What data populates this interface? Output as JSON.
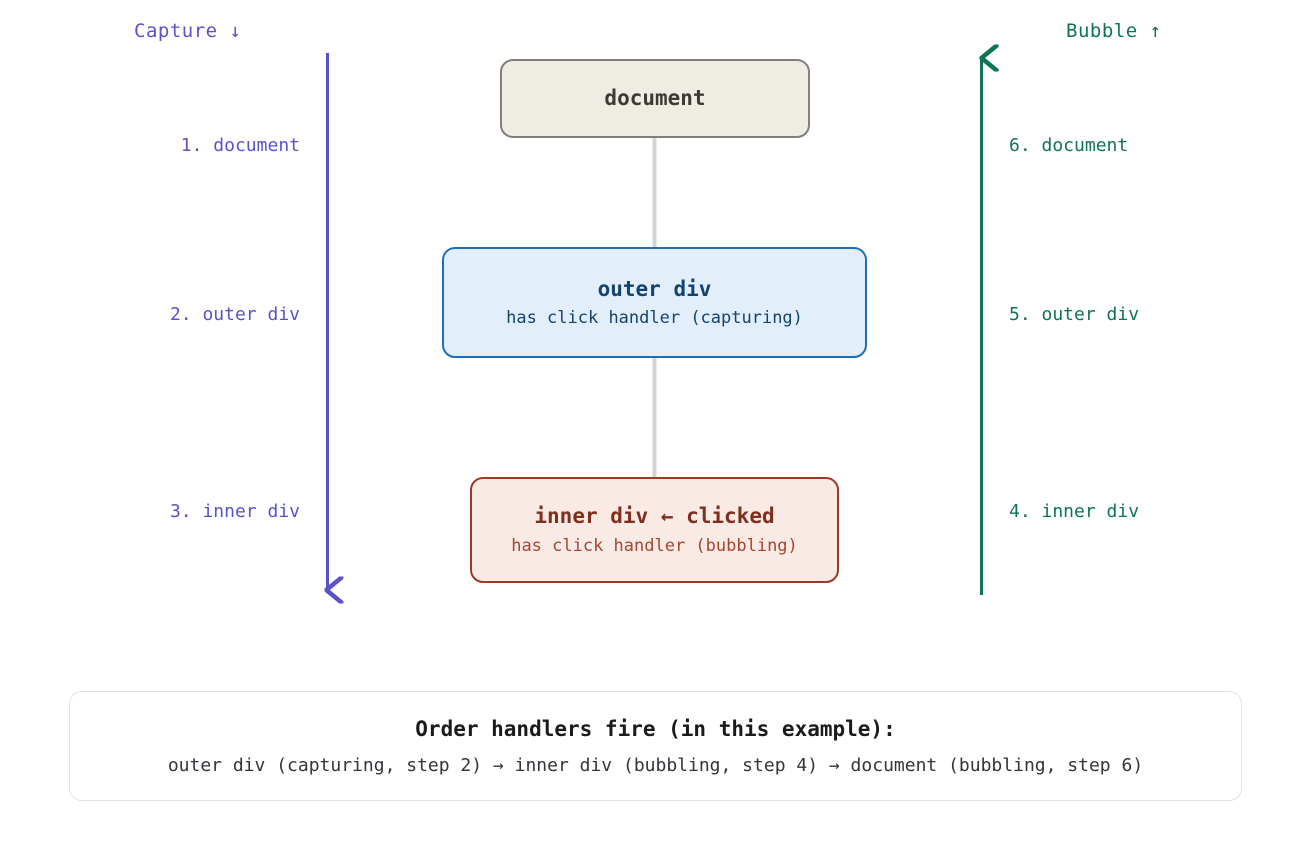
{
  "diagram": {
    "capture_phase": {
      "heading": "Capture ↓",
      "color": "#5b52c9",
      "steps": [
        {
          "label": "1. document"
        },
        {
          "label": "2. outer div"
        },
        {
          "label": "3. inner div"
        }
      ]
    },
    "bubble_phase": {
      "heading": "Bubble ↑",
      "color": "#0f7355",
      "steps": [
        {
          "label": "6. document"
        },
        {
          "label": "5. outer div"
        },
        {
          "label": "4. inner div"
        }
      ]
    },
    "nodes": [
      {
        "id": "document",
        "title": "document",
        "subtitle": "",
        "fill": "#efece3",
        "border": "#81807a"
      },
      {
        "id": "outer-div",
        "title": "outer div",
        "subtitle": "has click handler (capturing)",
        "fill": "#e3eefb",
        "border": "#1f6fb8"
      },
      {
        "id": "inner-div",
        "title": "inner div ← clicked",
        "subtitle": "has click handler (bubbling)",
        "fill": "#faeae6",
        "border": "#9c3a28"
      }
    ],
    "connector_color": "#d4d4d4"
  },
  "summary": {
    "title": "Order handlers fire (in this example):",
    "sequence": "outer div (capturing, step 2) → inner div (bubbling, step 4) → document (bubbling, step 6)"
  }
}
